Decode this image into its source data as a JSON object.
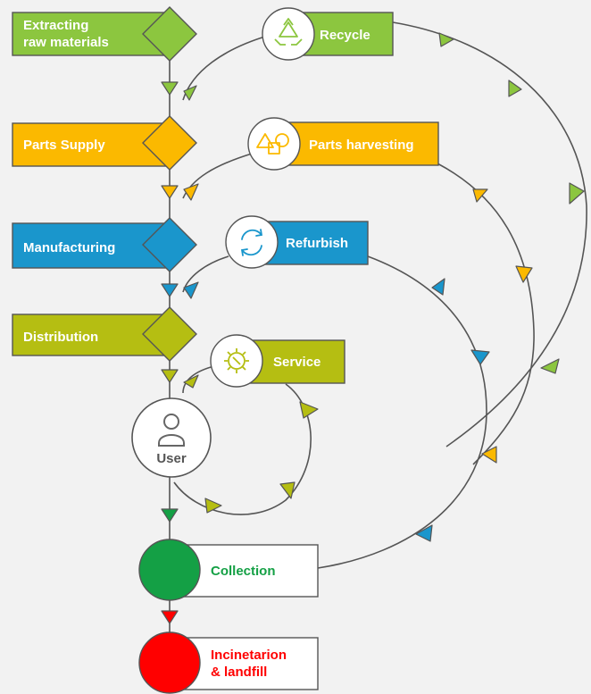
{
  "stages": {
    "raw": {
      "line1": "Extracting",
      "line2": "raw materials",
      "color": "#8cc63f"
    },
    "parts_supply": {
      "label": "Parts Supply",
      "color": "#fbb900"
    },
    "manufacturing": {
      "label": "Manufacturing",
      "color": "#1a96cc"
    },
    "distribution": {
      "label": "Distribution",
      "color": "#b5be12"
    },
    "user": {
      "label": "User",
      "icon": "user-icon"
    },
    "collection": {
      "label": "Collection",
      "color": "#14a045"
    },
    "incineration": {
      "line1": "Incinetarion",
      "line2": "& landfill",
      "color": "#ff0000"
    }
  },
  "loops": {
    "recycle": {
      "label": "Recycle",
      "icon": "recycle-icon",
      "color": "#8cc63f"
    },
    "parts_harvesting": {
      "label": "Parts harvesting",
      "icon": "shapes-icon",
      "color": "#fbb900"
    },
    "refurbish": {
      "label": "Refurbish",
      "icon": "refresh-icon",
      "color": "#1a96cc"
    },
    "service": {
      "label": "Service",
      "icon": "gear-wrench-icon",
      "color": "#b5be12"
    }
  },
  "colors": {
    "line": "#555555",
    "border": "#555555",
    "background": "#f2f2f2"
  }
}
